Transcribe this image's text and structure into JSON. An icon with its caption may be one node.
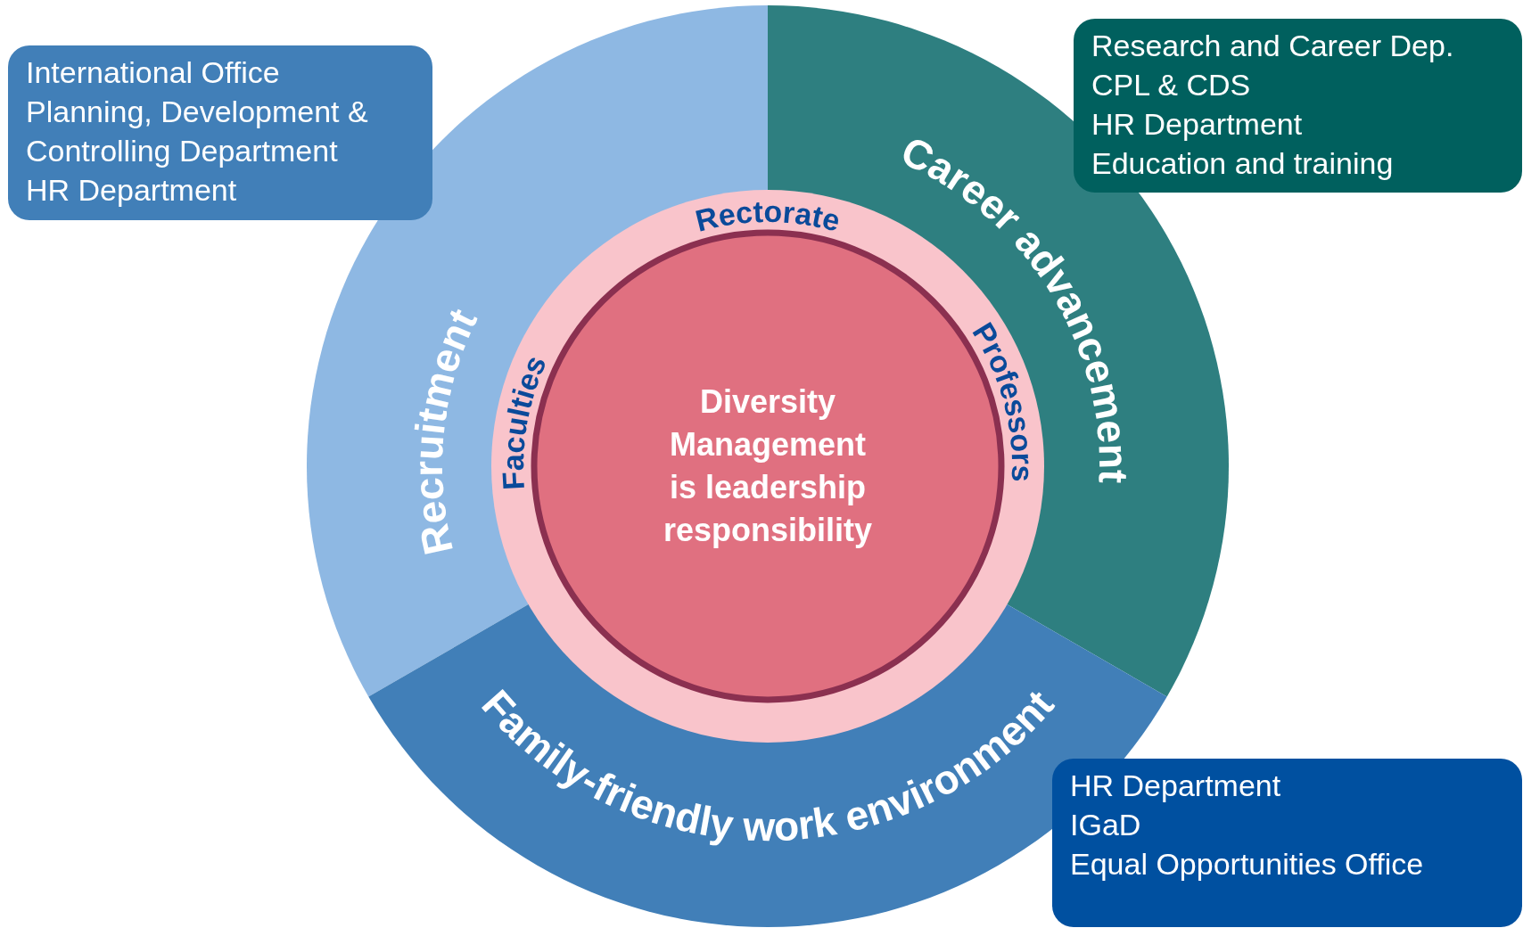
{
  "diagram": {
    "nodes": [
      {
        "text": [
          "Recruitment"
        ]
      },
      {
        "text": [
          "Career advancement"
        ]
      },
      {
        "text": [
          "Family-friendly work environment"
        ]
      },
      {
        "text": [
          "Rectorate",
          "Faculties",
          "Professors"
        ]
      },
      {
        "text": [
          "Diversity Management is leadership responsibility"
        ],
        "in": 3
      },
      {
        "text": [
          "International Office",
          "Planning, Development & Controlling Department",
          "HR Department"
        ]
      },
      {
        "text": [
          "Research and Career Dep.",
          "CPL & CDS",
          "HR Department",
          "Education and training"
        ]
      },
      {
        "text": [
          "HR Department",
          "IGaD",
          "Equal Opportunities Office"
        ]
      }
    ]
  }
}
